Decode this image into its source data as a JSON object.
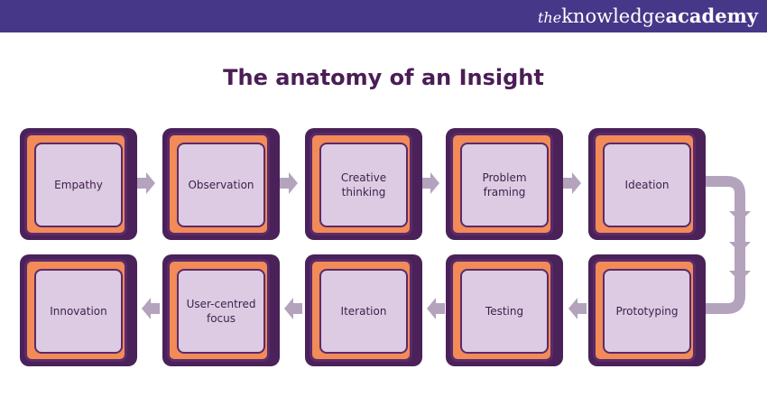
{
  "header": {
    "logo_prefix": "the",
    "logo_mid": "knowledge",
    "logo_bold": "academy"
  },
  "title": "The anatomy of an Insight",
  "steps": [
    {
      "label": "Empathy"
    },
    {
      "label": "Observation"
    },
    {
      "label": "Creative thinking"
    },
    {
      "label": "Problem framing"
    },
    {
      "label": "Ideation"
    },
    {
      "label": "Prototyping"
    },
    {
      "label": "Testing"
    },
    {
      "label": "Iteration"
    },
    {
      "label": "User-centred focus"
    },
    {
      "label": "Innovation"
    }
  ],
  "colors": {
    "header": "#473789",
    "title": "#4b1d55",
    "box_outer": "#4a2158",
    "box_frame": "#f28b57",
    "box_inner": "#dccbe2",
    "arrow": "#b3a3bd"
  }
}
